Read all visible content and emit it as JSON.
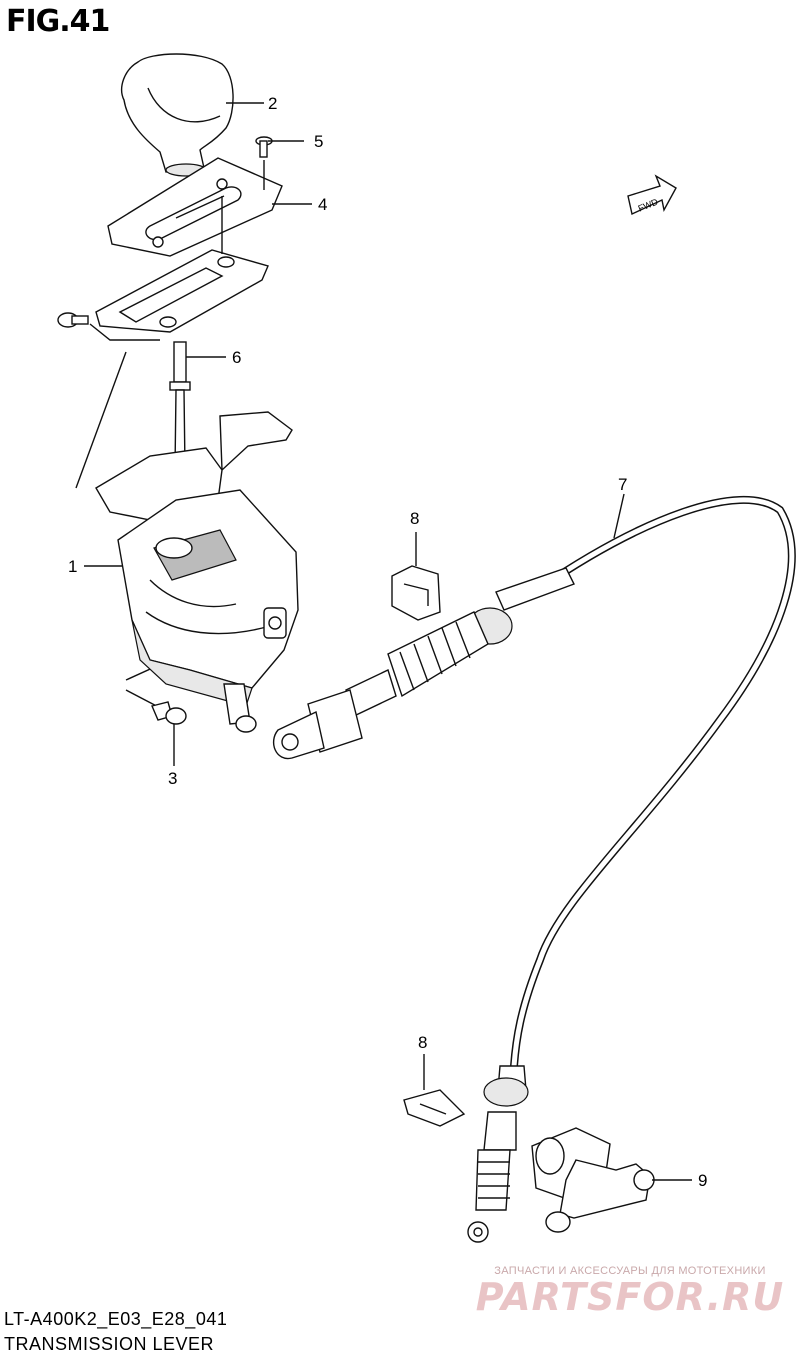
{
  "figure": {
    "label": "FIG.41"
  },
  "callouts": [
    {
      "id": "1",
      "text": "1"
    },
    {
      "id": "2",
      "text": "2"
    },
    {
      "id": "3",
      "text": "3"
    },
    {
      "id": "4",
      "text": "4"
    },
    {
      "id": "5",
      "text": "5"
    },
    {
      "id": "6",
      "text": "6"
    },
    {
      "id": "7",
      "text": "7"
    },
    {
      "id": "8a",
      "text": "8"
    },
    {
      "id": "8b",
      "text": "8"
    },
    {
      "id": "9",
      "text": "9"
    }
  ],
  "fwd_arrow": {
    "text": "FWD"
  },
  "watermark": {
    "tagline": "ЗАПЧАСТИ И АКСЕССУАРЫ ДЛЯ МОТОТЕХНИКИ",
    "brand": "PARTSFOR.RU"
  },
  "footer": {
    "model_code": "LT-A400K2_E03_E28_041",
    "title": "TRANSMISSION LEVER"
  }
}
